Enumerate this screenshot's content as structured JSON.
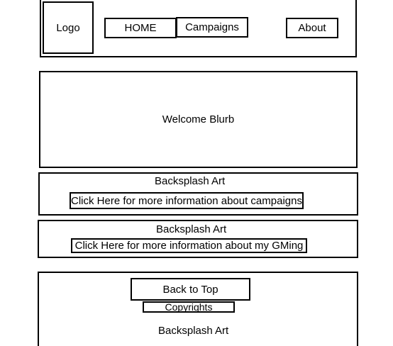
{
  "header": {
    "logo_text": "Logo",
    "nav": {
      "home": "HOME",
      "campaigns": "Campaigns",
      "about": "About"
    }
  },
  "welcome": {
    "text": "Welcome Blurb"
  },
  "sections": [
    {
      "background_label": "Backsplash Art",
      "link_text": "Click Here for more information about campaigns"
    },
    {
      "background_label": "Backsplash Art",
      "link_text": "Click Here for more information about my GMing"
    }
  ],
  "footer": {
    "back_to_top": "Back to Top",
    "copyrights": "Copyrights",
    "background_label": "Backsplash Art"
  }
}
